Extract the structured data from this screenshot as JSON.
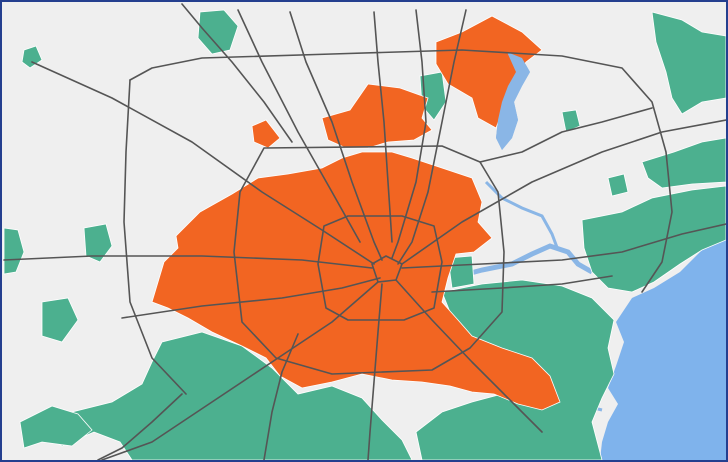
{
  "map": {
    "colors": {
      "background": "#efefef",
      "frame": "#243f8f",
      "city": "#f26522",
      "suburbs": "#4cb08f",
      "water": "#8ab6e6",
      "bay": "#7fb3ec",
      "roads": "#555555",
      "boundary": "#ffffff"
    },
    "layers": [
      "city-limits",
      "other-municipalities",
      "water",
      "highways"
    ]
  }
}
